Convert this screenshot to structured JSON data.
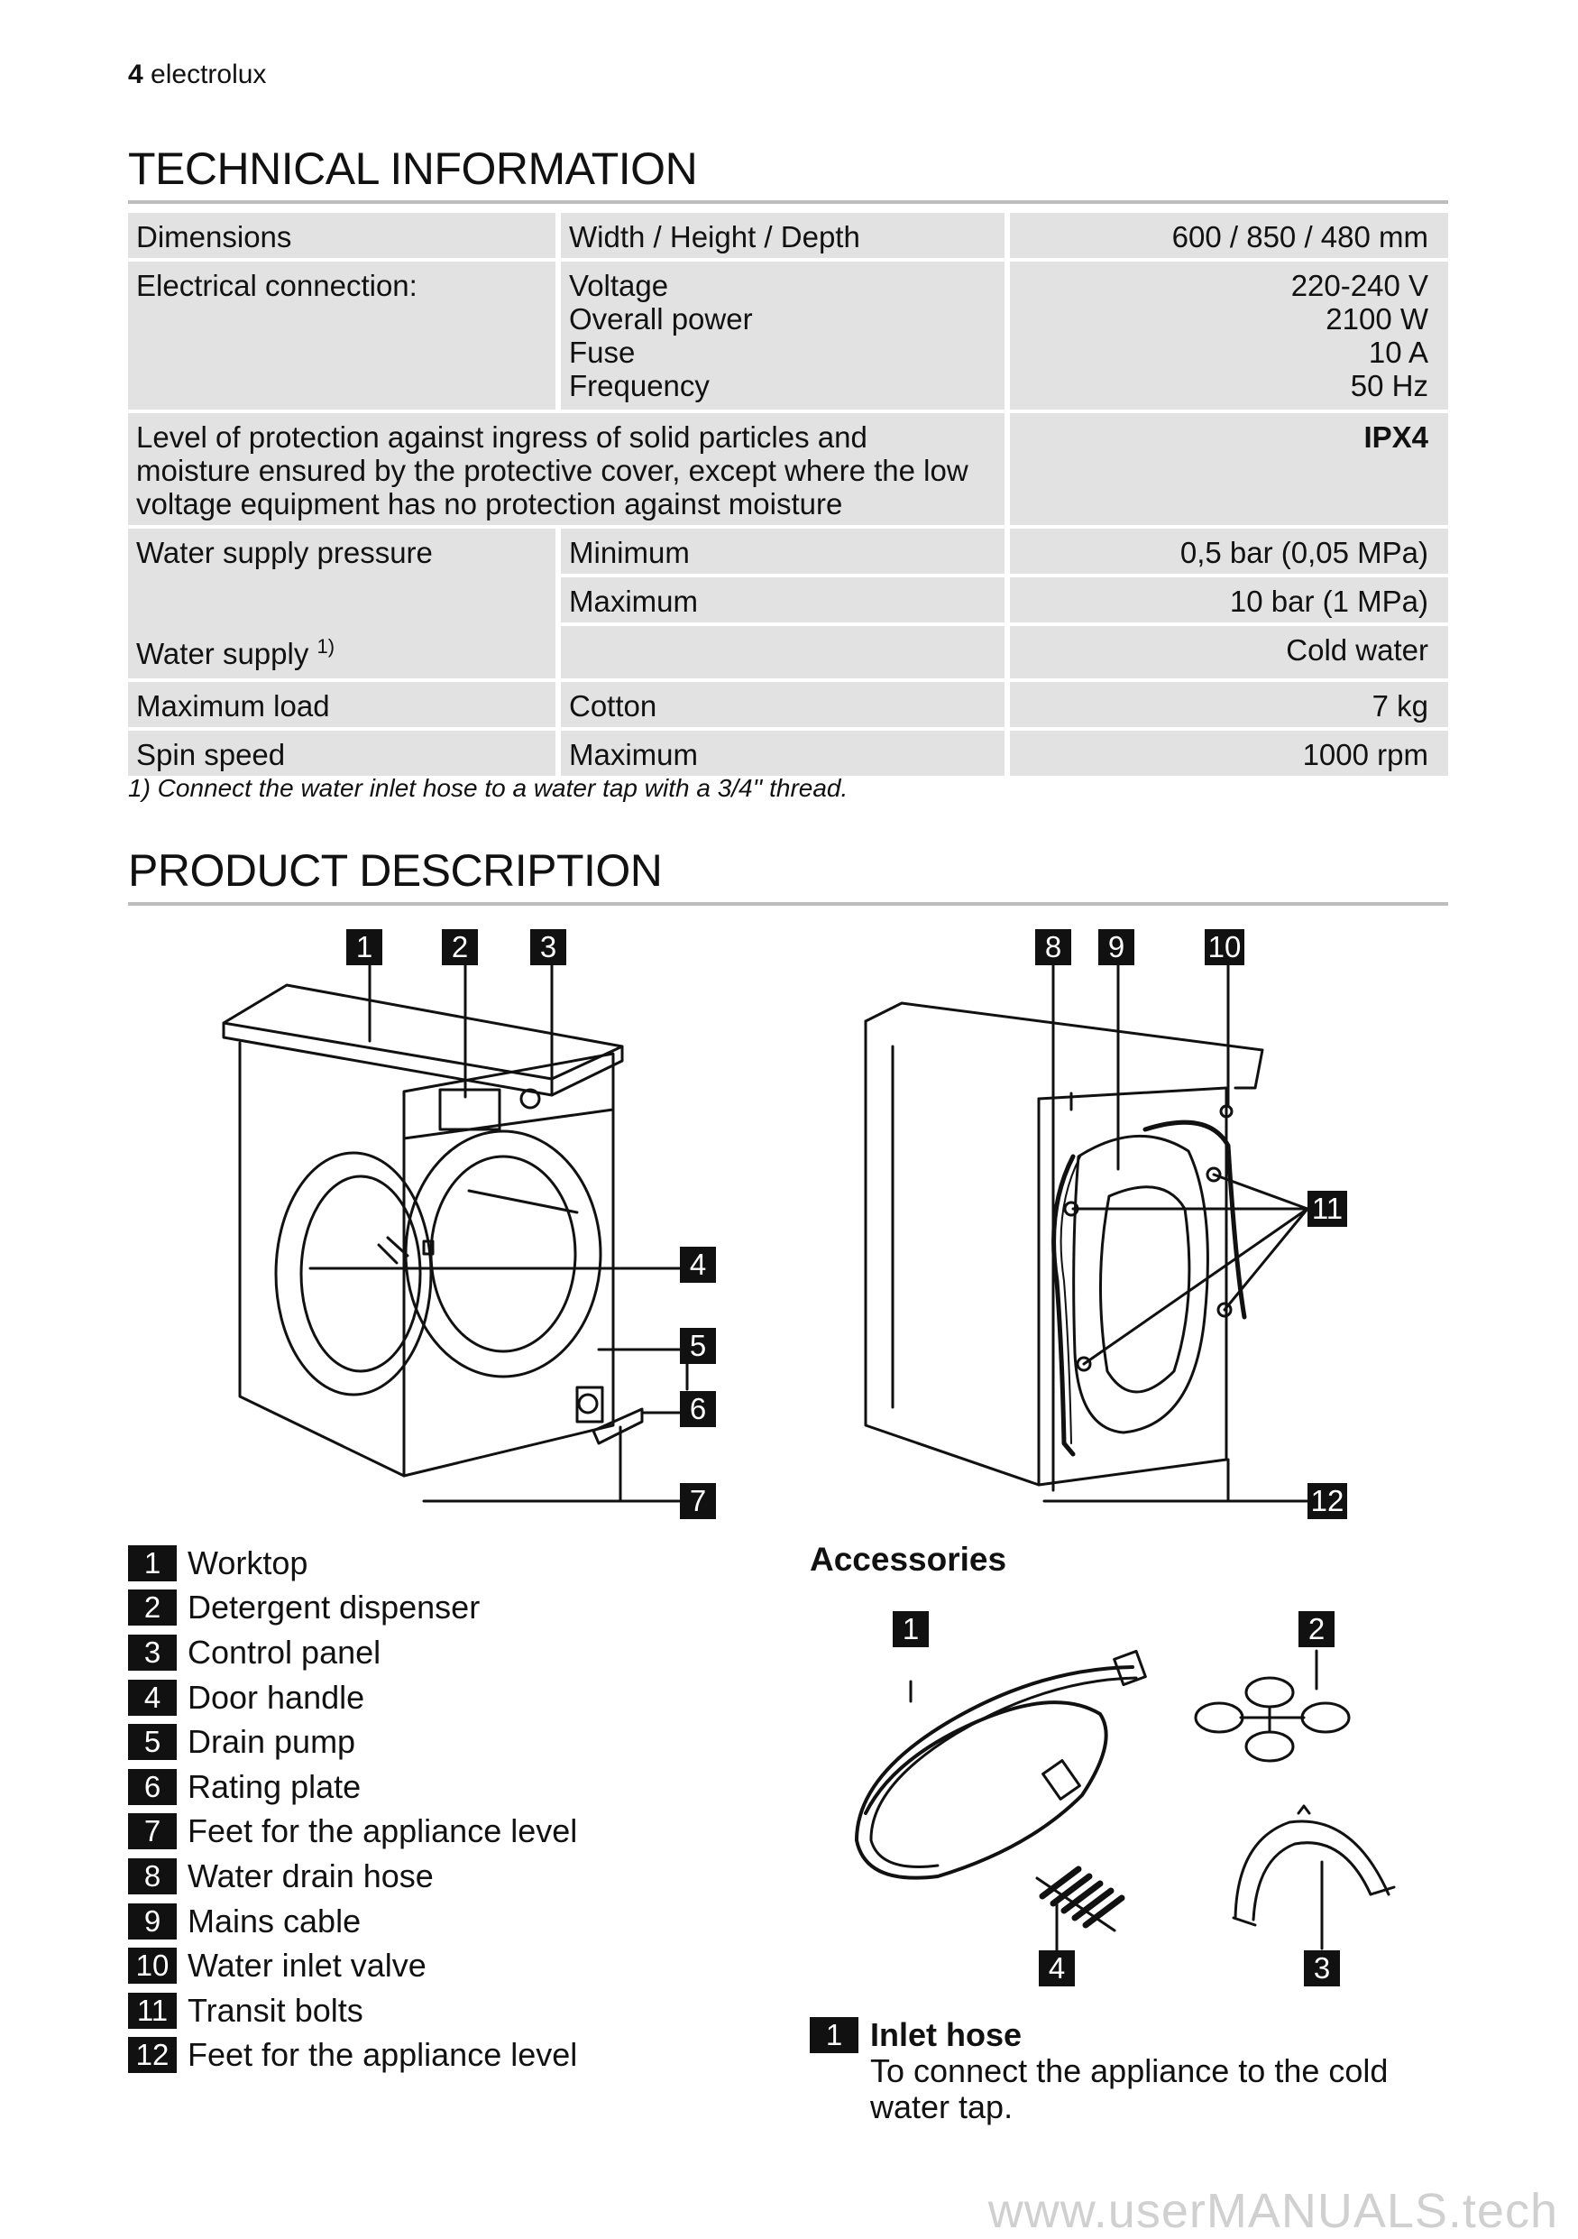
{
  "header": {
    "page_number": "4",
    "brand": "electrolux"
  },
  "technical": {
    "title": "TECHNICAL INFORMATION",
    "rows": {
      "dimensions": {
        "label": "Dimensions",
        "param": "Width / Height / Depth",
        "value": "600 / 850 / 480 mm"
      },
      "electrical": {
        "label": "Electrical connection:",
        "params": [
          "Voltage",
          "Overall power",
          "Fuse",
          "Frequency"
        ],
        "values": [
          "220-240 V",
          "2100 W",
          "10 A",
          "50 Hz"
        ]
      },
      "protection": {
        "label": "Level of protection against ingress of solid particles and moisture ensured by the protective cover, except where the low voltage equipment has no protection against moisture",
        "value": "IPX4"
      },
      "pressure": {
        "label": "Water supply pressure",
        "min_label": "Minimum",
        "min_value": "0,5 bar (0,05 MPa)",
        "max_label": "Maximum",
        "max_value": "10 bar (1 MPa)"
      },
      "supply": {
        "label": "Water supply",
        "sup": "1)",
        "value": "Cold water"
      },
      "load": {
        "label": "Maximum load",
        "param": "Cotton",
        "value": "7 kg"
      },
      "spin": {
        "label": "Spin speed",
        "param": "Maximum",
        "value": "1000 rpm"
      }
    },
    "footnote": "1) Connect the water inlet hose to a water tap with a 3/4'' thread."
  },
  "product": {
    "title": "PRODUCT DESCRIPTION",
    "legend": [
      {
        "n": "1",
        "label": "Worktop"
      },
      {
        "n": "2",
        "label": "Detergent dispenser"
      },
      {
        "n": "3",
        "label": "Control panel"
      },
      {
        "n": "4",
        "label": "Door handle"
      },
      {
        "n": "5",
        "label": "Drain pump"
      },
      {
        "n": "6",
        "label": "Rating plate"
      },
      {
        "n": "7",
        "label": "Feet for the appliance level"
      },
      {
        "n": "8",
        "label": "Water drain hose"
      },
      {
        "n": "9",
        "label": "Mains cable"
      },
      {
        "n": "10",
        "label": "Water inlet valve"
      },
      {
        "n": "11",
        "label": "Transit bolts"
      },
      {
        "n": "12",
        "label": "Feet for the appliance level"
      }
    ],
    "front_callouts": [
      "1",
      "2",
      "3",
      "4",
      "5",
      "6",
      "7"
    ],
    "back_callouts": [
      "8",
      "9",
      "10",
      "11",
      "12"
    ]
  },
  "accessories": {
    "title": "Accessories",
    "callouts": [
      "1",
      "2",
      "3",
      "4"
    ],
    "item1": {
      "n": "1",
      "name": "Inlet hose",
      "desc": "To connect the appliance to the cold water tap."
    }
  },
  "watermark": "www.userMANUALS.tech"
}
